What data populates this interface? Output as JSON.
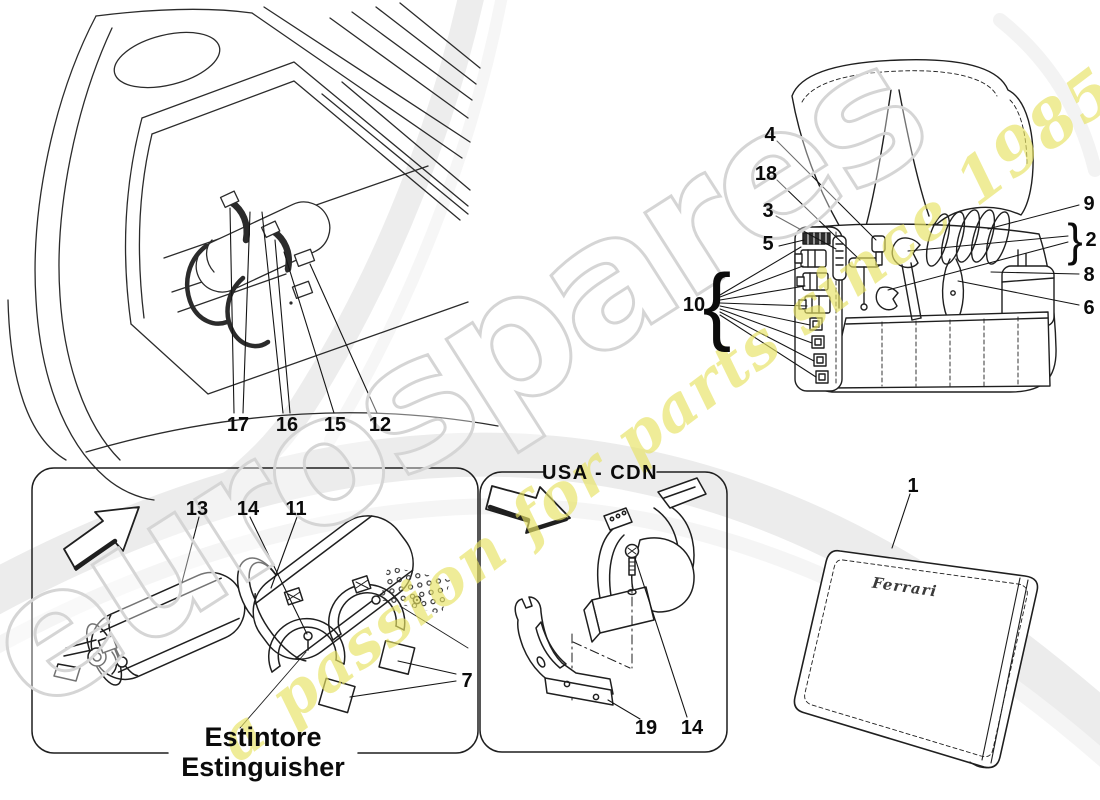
{
  "watermark": {
    "brand": "eurospares",
    "tagline": "a passion for parts since 1985",
    "brand_outline_color": "#d5d5d5",
    "tagline_color": "#e7e263"
  },
  "line_color": "#1f1f1f",
  "sections": {
    "car_compartment": {
      "callouts": [
        {
          "label": "17"
        },
        {
          "label": "16"
        },
        {
          "label": "15"
        },
        {
          "label": "12"
        }
      ]
    },
    "toolkit_bag": {
      "callouts_left": [
        {
          "label": "4"
        },
        {
          "label": "18"
        },
        {
          "label": "3"
        },
        {
          "label": "5"
        },
        {
          "label": "10"
        }
      ],
      "callouts_right": [
        {
          "label": "9"
        },
        {
          "label": "2"
        },
        {
          "label": "8"
        },
        {
          "label": "6"
        }
      ],
      "left_brace": "{",
      "right_brace": "}"
    },
    "extinguisher_box": {
      "caption_line1": "Estintore",
      "caption_line2": "Estinguisher",
      "callouts": [
        {
          "label": "13"
        },
        {
          "label": "14"
        },
        {
          "label": "11"
        },
        {
          "label": "7"
        }
      ]
    },
    "usa_cdn_box": {
      "title": "USA - CDN",
      "callouts": [
        {
          "label": "19"
        },
        {
          "label": "14"
        }
      ]
    },
    "pouch": {
      "brand_label": "Ferrari",
      "callouts": [
        {
          "label": "1"
        }
      ]
    }
  }
}
